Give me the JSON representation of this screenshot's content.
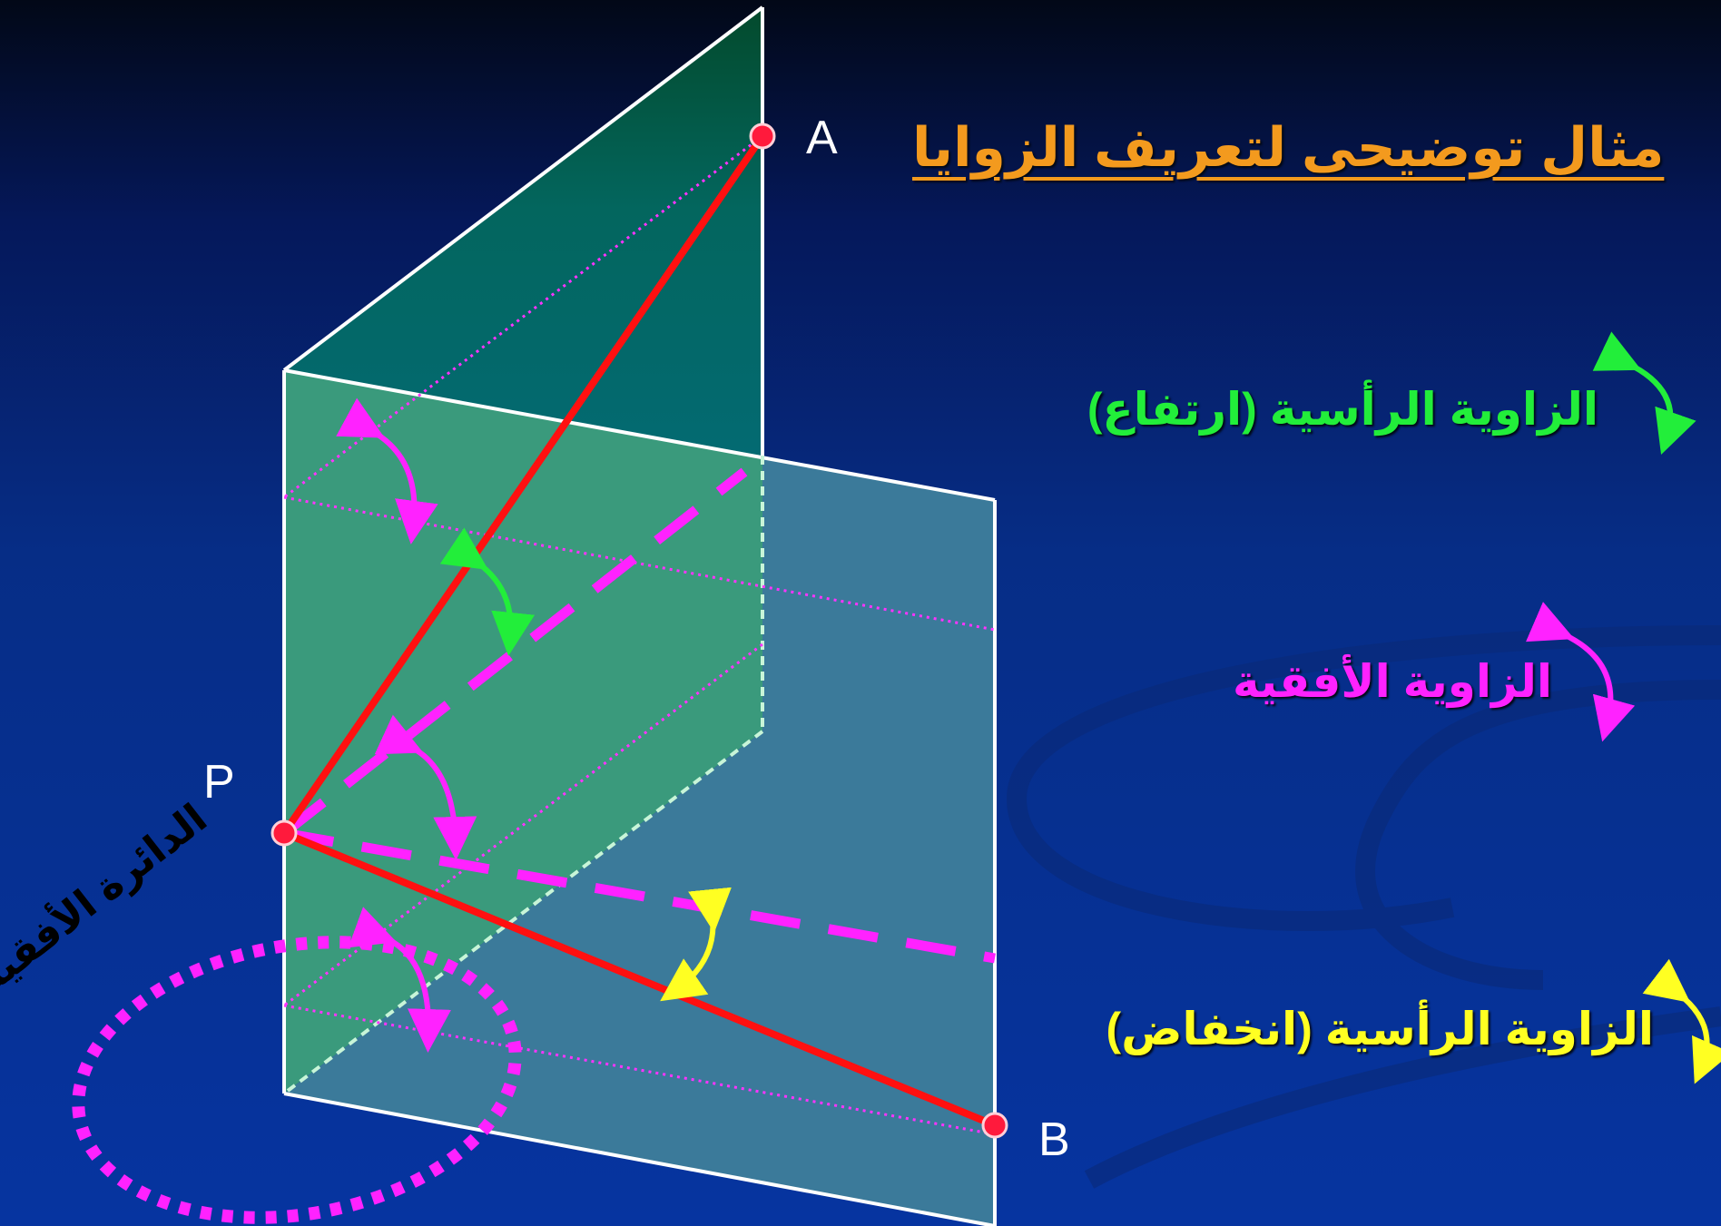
{
  "title": "مثال توضيحى لتعريف الزوايا",
  "legend": {
    "elevation": "الزاوية الرأسية (ارتفاع)",
    "horizontal": "الزاوية الأفقية",
    "depression": "الزاوية الرأسية (انخفاض)"
  },
  "points": {
    "A": "A",
    "B": "B",
    "P": "P"
  },
  "circle_label": "الدائرة الأفقية",
  "colors": {
    "title": "#f39a1e",
    "elevation": "#22ee3a",
    "horizontal": "#ff22ff",
    "depression": "#ffff22",
    "lines": "#ff1010"
  }
}
